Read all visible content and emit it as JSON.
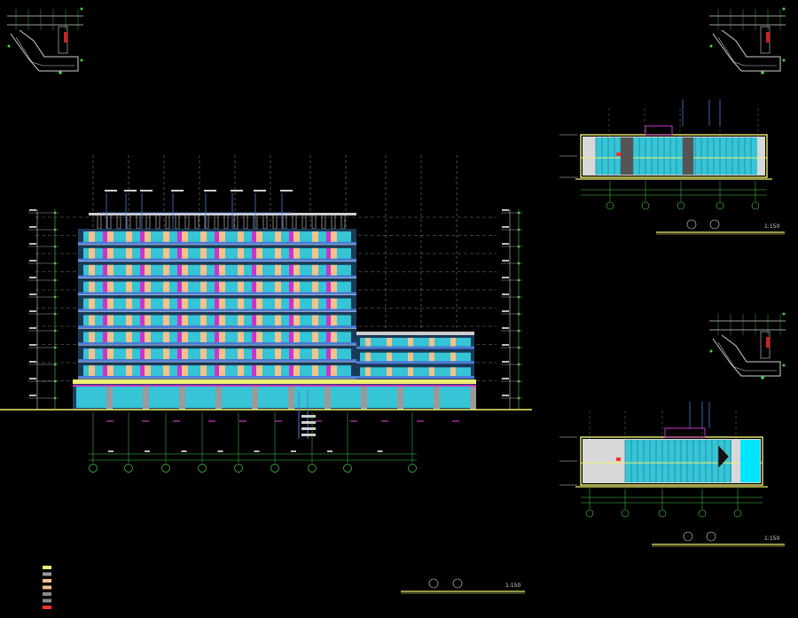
{
  "colors": {
    "background": "#000000",
    "wall": "#f4c28a",
    "glass": "#35c5d6",
    "rail": "#4a7bd8",
    "accent": "#cc33cc",
    "axis": "#4ad04a",
    "outline": "#f0f070",
    "grid": "#9a9a9a",
    "text": "#d8d8d8",
    "red": "#ff3030"
  },
  "main_elevation": {
    "floors_tower": 9,
    "floors_wing": 3,
    "scale": "1:150",
    "title_hint": "3-8 立面图"
  },
  "right_top": {
    "scale": "1:150",
    "title_hint": "3-8 立面图"
  },
  "right_bottom": {
    "scale": "1:150",
    "title_hint": "3-8 立面图"
  },
  "legend": {
    "items": [
      {
        "color": "#f0f070",
        "label": ""
      },
      {
        "color": "#9a9a9a",
        "label": ""
      },
      {
        "color": "#f4c28a",
        "label": ""
      },
      {
        "color": "#f4c28a",
        "label": ""
      },
      {
        "color": "#8a8a8a",
        "label": ""
      },
      {
        "color": "#8a8a8a",
        "label": ""
      },
      {
        "color": "#ff3030",
        "label": ""
      }
    ]
  },
  "icons": [
    "keyplan-icon",
    "keyplan-icon",
    "keyplan-icon"
  ]
}
